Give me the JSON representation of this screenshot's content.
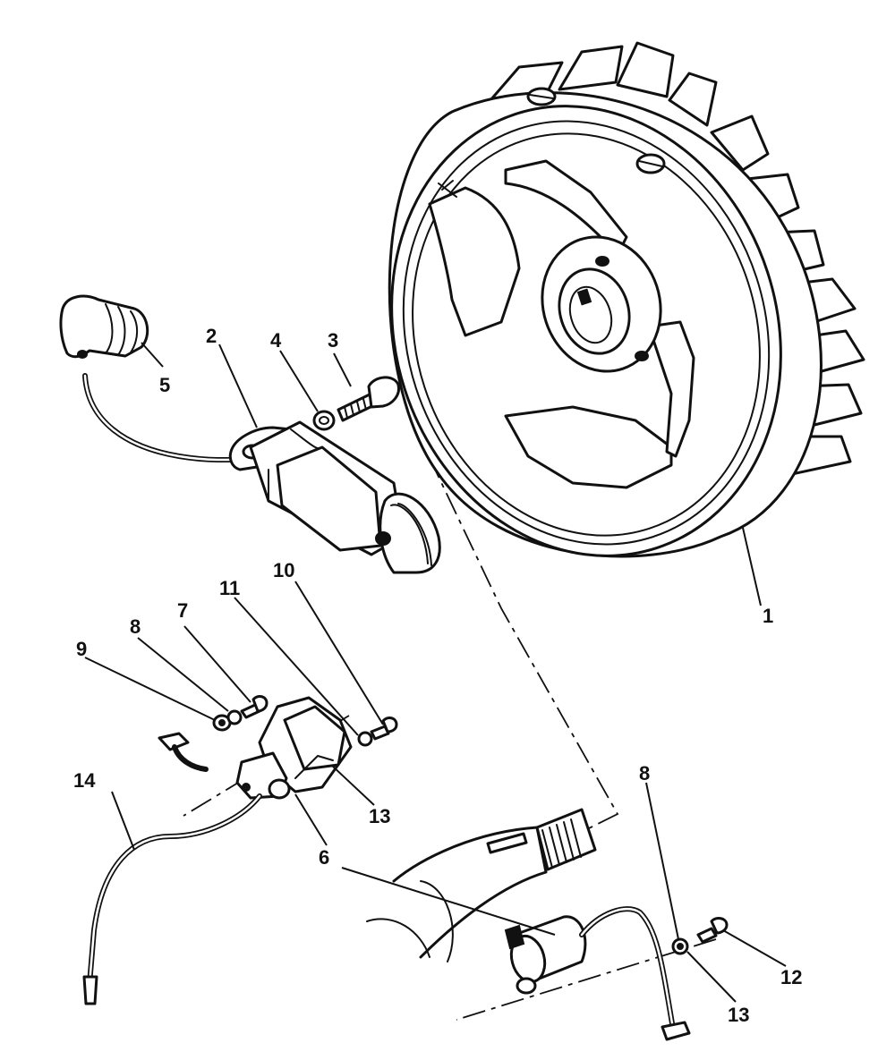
{
  "callouts": {
    "c1": "1",
    "c2": "2",
    "c3": "3",
    "c4": "4",
    "c5": "5",
    "c6": "6",
    "c7": "7",
    "c8a": "8",
    "c8b": "8",
    "c9": "9",
    "c10": "10",
    "c11": "11",
    "c12": "12",
    "c13a": "13",
    "c13b": "13",
    "c14": "14"
  },
  "colors": {
    "ink": "#111111",
    "paper": "#ffffff"
  }
}
